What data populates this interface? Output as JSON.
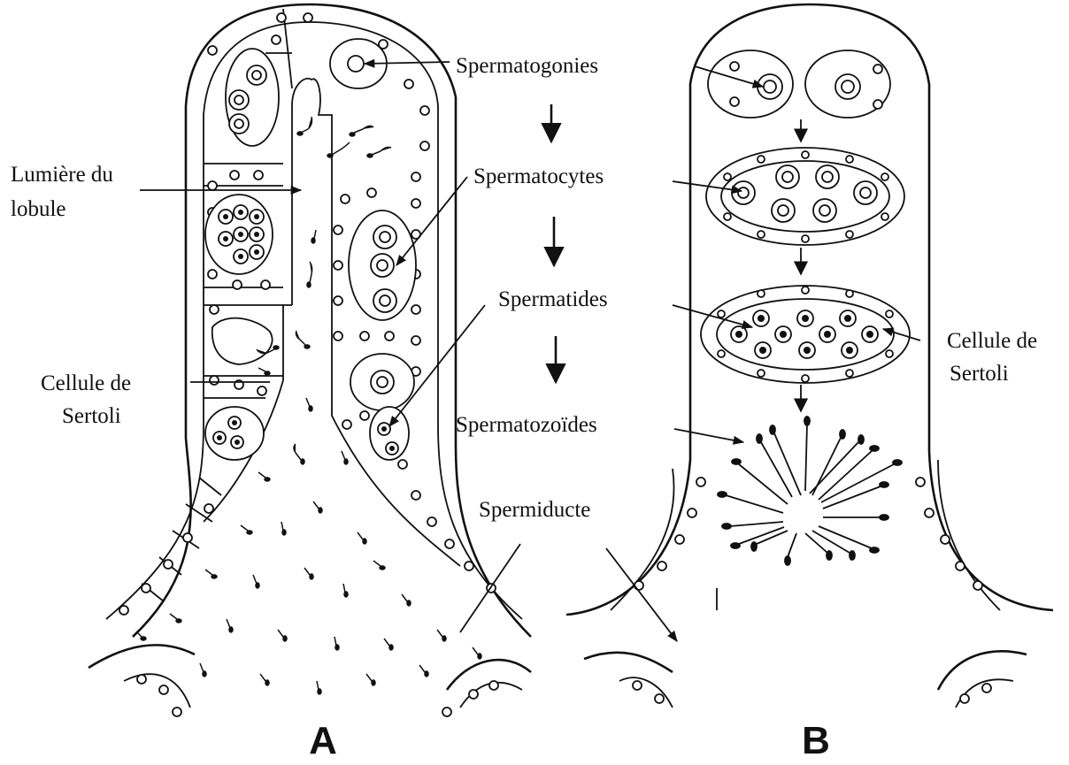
{
  "figure_labels": {
    "panel_a": "A",
    "panel_b": "B"
  },
  "stage_labels": {
    "spermatogonies": "Spermatogonies",
    "spermatocytes": "Spermatocytes",
    "spermatides": "Spermatides",
    "spermatozoides": "Spermatozoïdes",
    "spermiducte": "Spermiducte"
  },
  "side_labels": {
    "lumiere_line1": "Lumière du",
    "lumiere_line2": "lobule",
    "sertoli_a_line1": "Cellule de",
    "sertoli_a_line2": "Sertoli",
    "sertoli_b_line1": "Cellule de",
    "sertoli_b_line2": "Sertoli"
  }
}
